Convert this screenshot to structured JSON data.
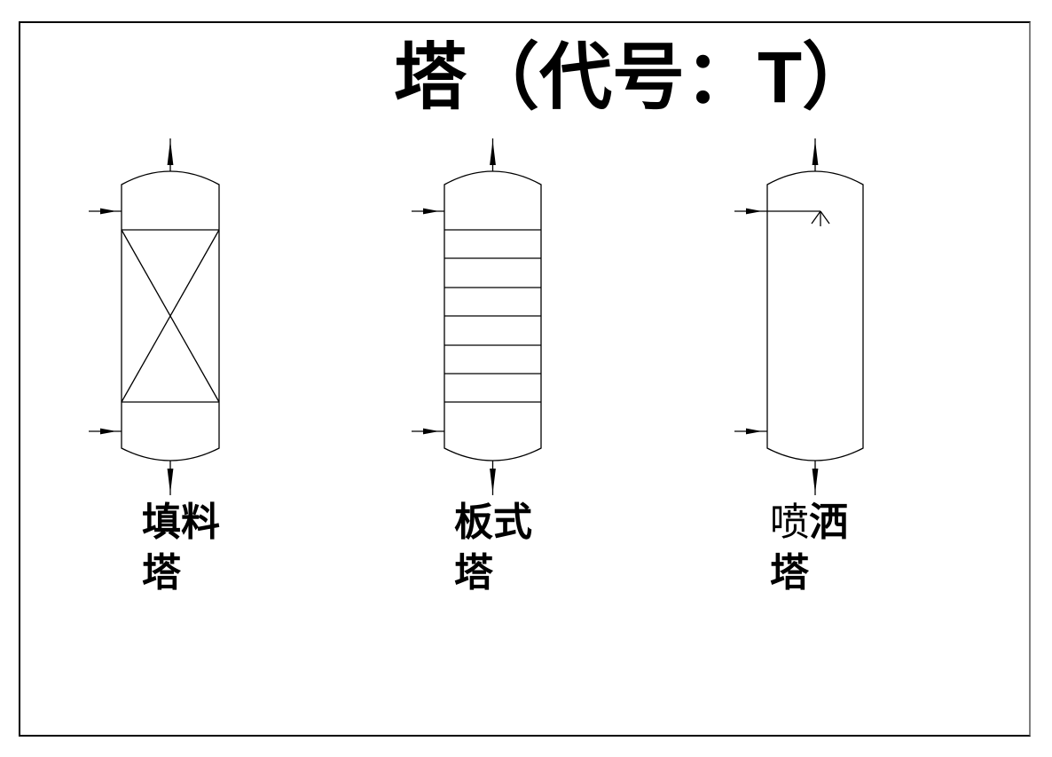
{
  "slide": {
    "title": "塔（代号：T）",
    "towers": [
      {
        "char1": "填",
        "char2": "料",
        "line2": "塔",
        "figure": {
          "internal": "packing-cross",
          "tray_count": 0,
          "inlets": 2,
          "top_outlet": true,
          "bottom_outlet": true
        }
      },
      {
        "char1": "板",
        "char2": "式",
        "line2": "塔",
        "figure": {
          "internal": "trays",
          "tray_count": 7,
          "inlets": 2,
          "top_outlet": true,
          "bottom_outlet": true
        }
      },
      {
        "char1": "喷",
        "char2": "洒",
        "line2": "塔",
        "figure": {
          "internal": "spray-nozzle",
          "tray_count": 0,
          "inlets": 2,
          "top_outlet": true,
          "bottom_outlet": true
        }
      }
    ],
    "colors": {
      "line": "#000000",
      "text": "#000000",
      "background": "#ffffff",
      "frame": "#000000",
      "frame_right": "#808080"
    }
  }
}
